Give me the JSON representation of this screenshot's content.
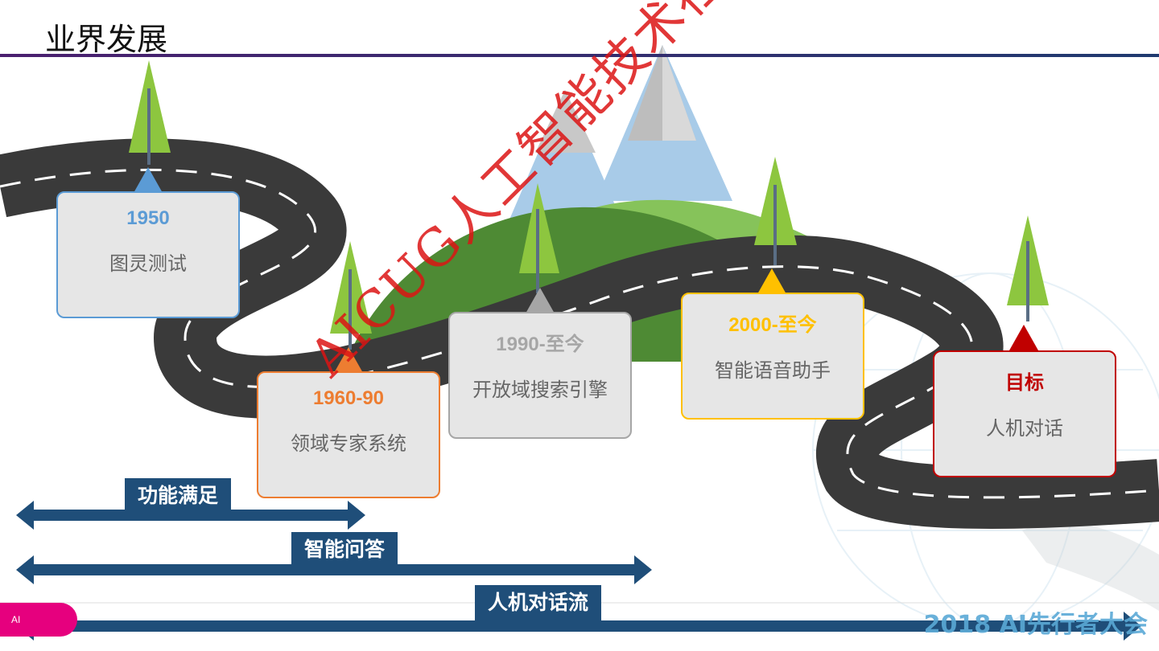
{
  "slide": {
    "title": "业界发展"
  },
  "colors": {
    "title_rule": "#4b1f6f",
    "road": "#3a3a3a",
    "hill_dark": "#4e8a34",
    "hill_light": "#86c35a",
    "tree": "#8dc63f",
    "mountain_blue": "#9ec6e8",
    "arrow": "#1f4e79"
  },
  "milestones": [
    {
      "year": "1950",
      "label": "图灵测试",
      "color": "#5b9bd5"
    },
    {
      "year": "1960-90",
      "label": "领域专家系统",
      "color": "#ed7d31"
    },
    {
      "year": "1990-至今",
      "label": "开放域搜索引擎",
      "color": "#a6a6a6"
    },
    {
      "year": "2000-至今",
      "label": "智能语音助手",
      "color": "#ffc000"
    },
    {
      "year": "目标",
      "label": "人机对话",
      "color": "#c00000"
    }
  ],
  "arrows": [
    {
      "label": "功能满足"
    },
    {
      "label": "智能问答"
    },
    {
      "label": "人机对话流"
    }
  ],
  "footer": {
    "logo_text": "AI",
    "event_text": "2018 AI先行者大会"
  },
  "watermark": {
    "text": "AICUG人工智能技术社区 www.aicug.cn"
  }
}
